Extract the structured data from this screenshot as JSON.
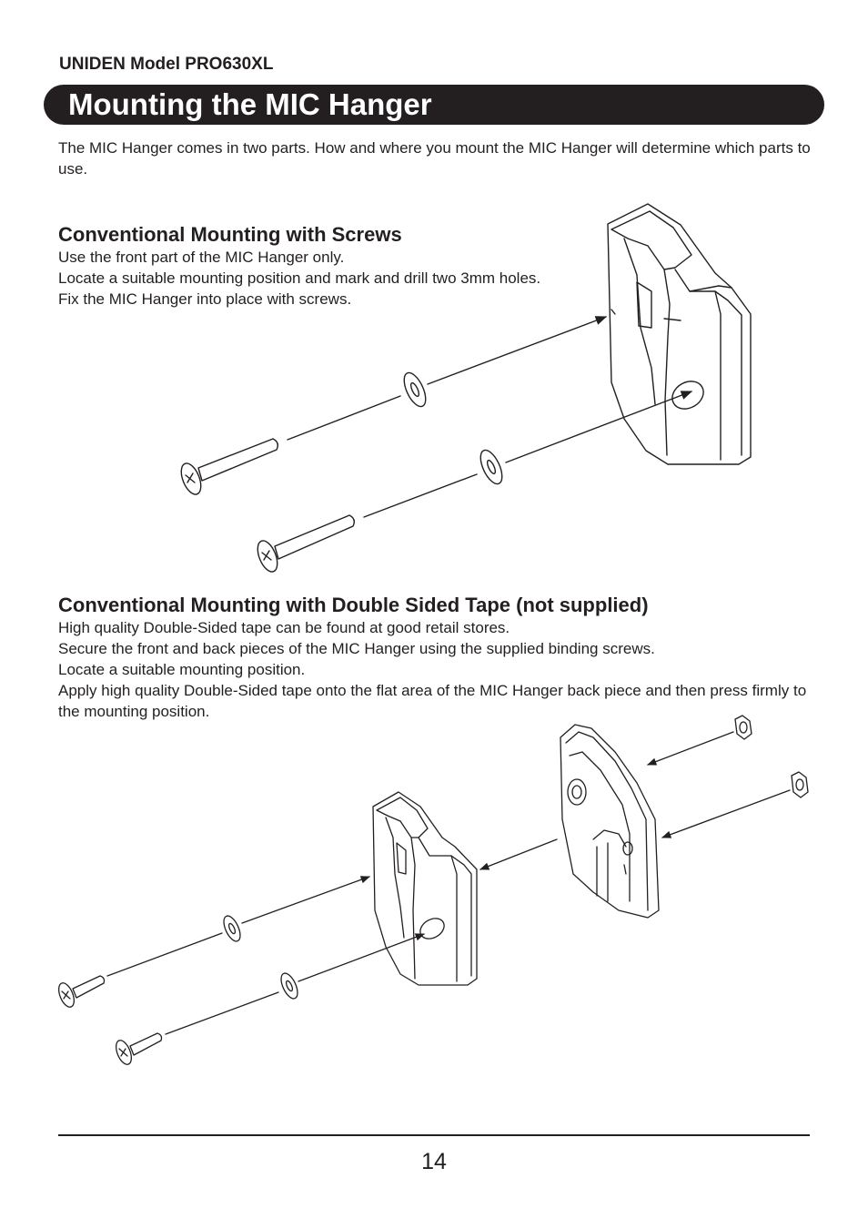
{
  "header": {
    "model": "UNIDEN Model PRO630XL",
    "title": "Mounting the MIC Hanger"
  },
  "intro": "The MIC Hanger comes in two parts. How and where you mount the MIC Hanger will determine which parts to use.",
  "section_screws": {
    "heading": "Conventional Mounting with Screws",
    "lines": [
      "Use the front part of the  MIC Hanger only.",
      "Locate a suitable mounting position and mark and drill two 3mm holes.",
      "Fix the MIC Hanger into place with screws."
    ]
  },
  "section_tape": {
    "heading": "Conventional Mounting with Double Sided Tape (not supplied)",
    "lines": [
      "High quality Double-Sided tape can be found at good retail stores.",
      "Secure the front and back pieces of the MIC Hanger using the supplied binding screws.",
      "Locate a suitable mounting position.",
      "Apply high quality Double-Sided tape onto the flat area of the MIC Hanger back piece and then press firmly to the mounting position."
    ]
  },
  "footer": {
    "page_number": "14"
  }
}
